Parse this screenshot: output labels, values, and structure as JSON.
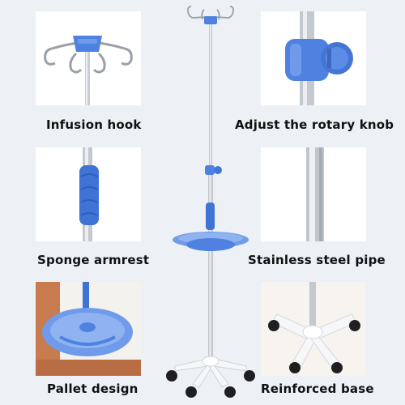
{
  "captions": {
    "top_left": "Infusion hook",
    "top_right": "Adjust the rotary knob",
    "mid_left": "Sponge armrest",
    "mid_right": "Stainless steel pipe",
    "bottom_left": "Pallet design",
    "bottom_right": "Reinforced base"
  },
  "colors": {
    "background": "#edf1f6",
    "accent_blue": "#4f82e0",
    "steel": "#c7ccd3",
    "base_white": "#f6f7f9",
    "wheel_black": "#1f1f22",
    "wood_floor": "#c87b4f"
  },
  "icons": [
    "hook-icon",
    "knob-icon",
    "sponge-icon",
    "pipe-icon",
    "tray-icon",
    "base-icon",
    "iv-pole-icon"
  ]
}
